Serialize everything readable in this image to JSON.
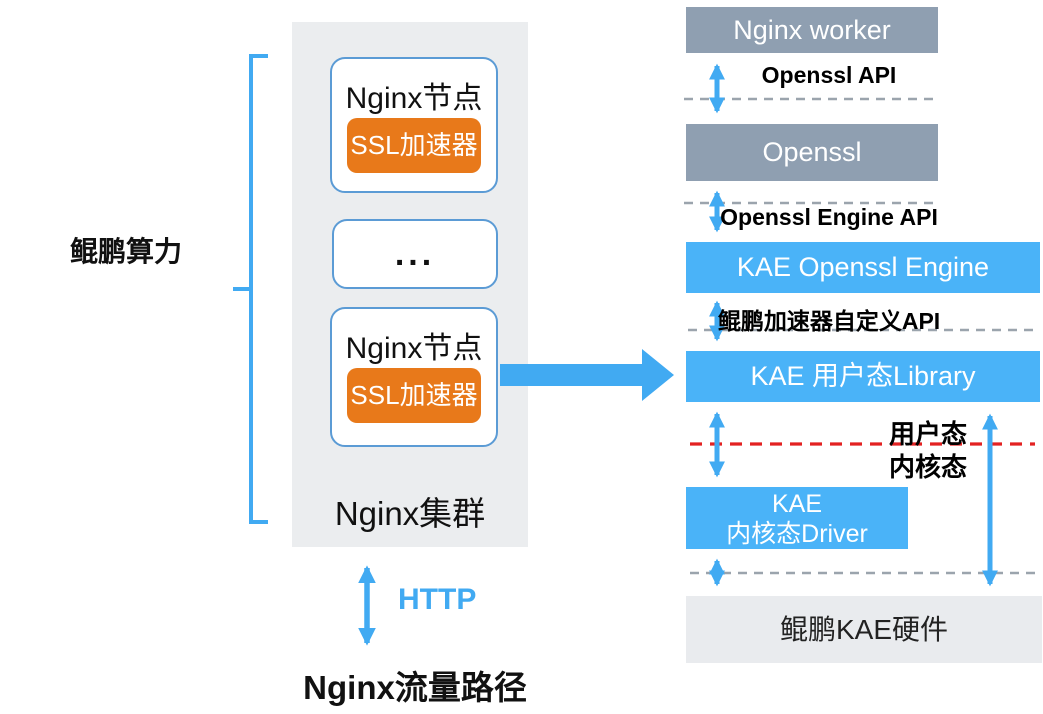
{
  "left": {
    "bracket_label": "鲲鹏算力"
  },
  "cluster": {
    "node1": {
      "title": "Nginx节点",
      "accel": "SSL加速器"
    },
    "ellipsis": "...",
    "node2": {
      "title": "Nginx节点",
      "accel": "SSL加速器"
    },
    "caption": "Nginx集群",
    "http_label": "HTTP",
    "flow_caption": "Nginx流量路径"
  },
  "stack": {
    "worker": "Nginx worker",
    "openssl": "Openssl",
    "engine": "KAE Openssl Engine",
    "library": "KAE 用户态Library",
    "driver_line1": "KAE",
    "driver_line2": "内核态Driver",
    "hardware": "鲲鹏KAE硬件",
    "api1": "Openssl API",
    "api2": "Openssl Engine API",
    "api3": "鲲鹏加速器自定义API",
    "user_mode": "用户态",
    "kernel_mode": "内核态"
  },
  "colors": {
    "arrow_blue": "#41aaf2",
    "box_blue": "#4ab3f8",
    "box_slate": "#8f9fb1",
    "accel_orange": "#e8791a",
    "node_border_blue": "#5b9bd5",
    "panel_gray": "#ebedef",
    "hardware_gray": "#e9ebee",
    "dashed_gray": "#9ba4ad",
    "boundary_red": "#e32222"
  }
}
